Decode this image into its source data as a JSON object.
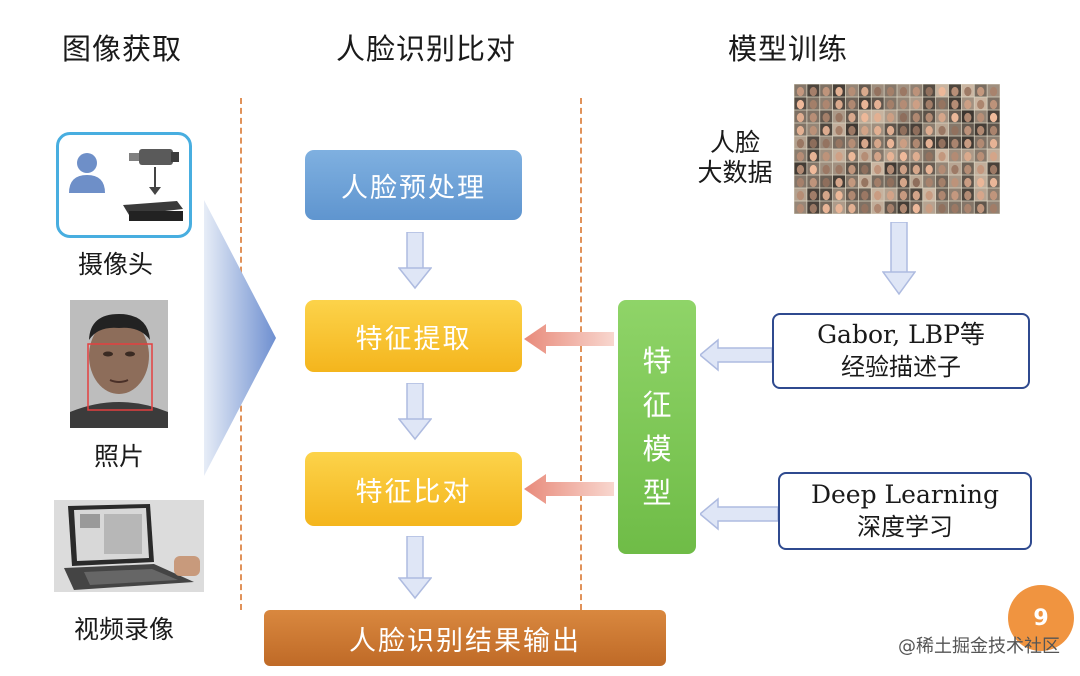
{
  "headings": {
    "acquisition": "图像获取",
    "recognition": "人脸识别比对",
    "training": "模型训练"
  },
  "sources": {
    "camera": "摄像头",
    "photo": "照片",
    "video": "视频录像"
  },
  "process": {
    "preprocess": "人脸预处理",
    "extract": "特征提取",
    "compare": "特征比对",
    "output": "人脸识别结果输出"
  },
  "model": {
    "chars": [
      "特",
      "征",
      "模",
      "型"
    ]
  },
  "training": {
    "bigdata_line1": "人脸",
    "bigdata_line2": "大数据",
    "desc1_line1": "Gabor, LBP等",
    "desc1_line2": "经验描述子",
    "desc2_line1": "Deep Learning",
    "desc2_line2": "深度学习"
  },
  "page_number": "9",
  "watermark": "@稀土掘金技术社区",
  "colors": {
    "preprocess": "#6aa2d8",
    "feature": "#f7c22e",
    "output": "#c8742f",
    "model": "#7cc756",
    "desc_border": "#2f4a8f",
    "camera_border": "#48aee0",
    "badge": "#f09440"
  }
}
